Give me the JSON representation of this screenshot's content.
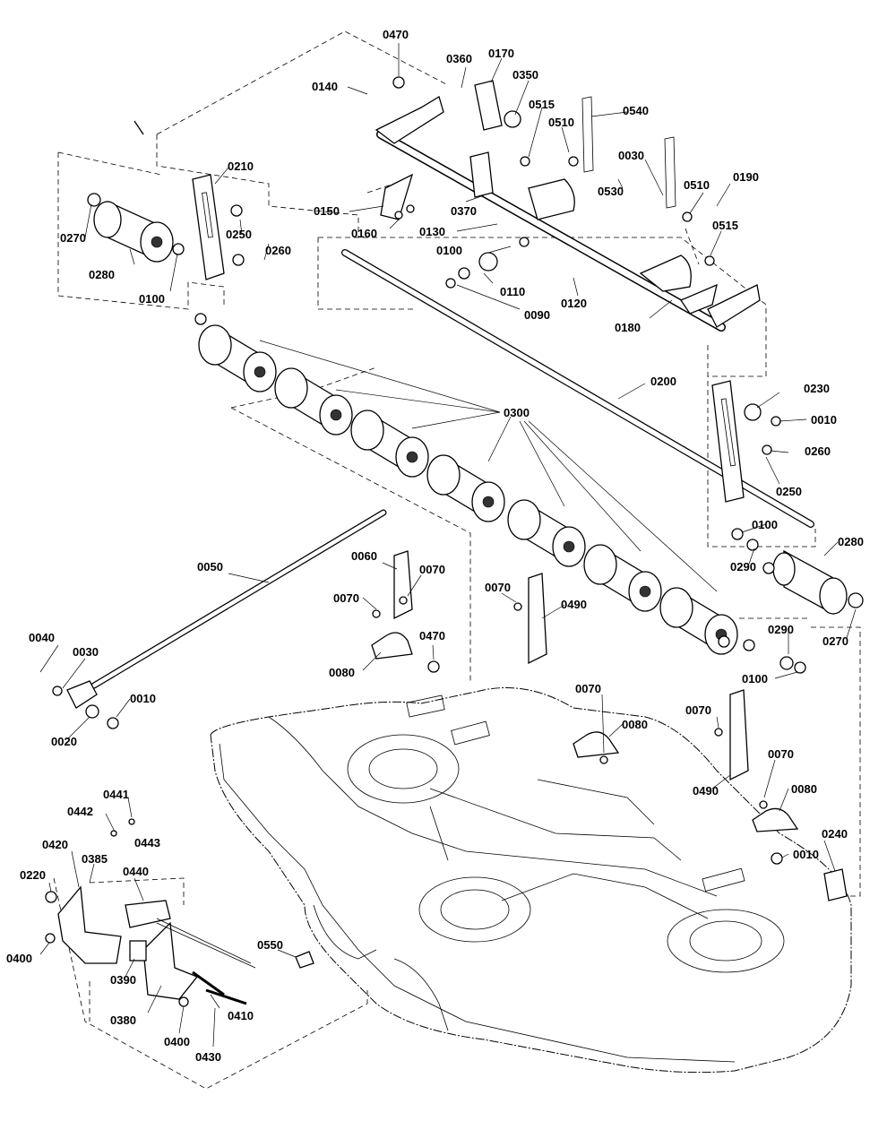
{
  "callouts": {
    "c0470a": "0470",
    "c0360": "0360",
    "c0170": "0170",
    "c0350": "0350",
    "c0140": "0140",
    "c0515a": "0515",
    "c0510a": "0510",
    "c0540": "0540",
    "c0210": "0210",
    "c0030a": "0030",
    "c0190": "0190",
    "c0150": "0150",
    "c0270a": "0270",
    "c0250a": "0250",
    "c0370": "0370",
    "c0530": "0530",
    "c0510b": "0510",
    "c0160": "0160",
    "c0130": "0130",
    "c0260a": "0260",
    "c0515b": "0515",
    "c0280a": "0280",
    "c0100a": "0100",
    "c0100b": "0100",
    "c0110": "0110",
    "c0090": "0090",
    "c0120": "0120",
    "c0180": "0180",
    "c0200": "0200",
    "c0230": "0230",
    "c0300": "0300",
    "c0010a": "0010",
    "c0260b": "0260",
    "c0250b": "0250",
    "c0100c": "0100",
    "c0050": "0050",
    "c0280b": "0280",
    "c0290a": "0290",
    "c0060": "0060",
    "c0070a": "0070",
    "c0070b": "0070",
    "c0070c": "0070",
    "c0490a": "0490",
    "c0270b": "0270",
    "c0040": "0040",
    "c0470b": "0470",
    "c0290b": "0290",
    "c0030b": "0030",
    "c0080a": "0080",
    "c0100d": "0100",
    "c0010b": "0010",
    "c0020": "0020",
    "c0070d": "0070",
    "c0080b": "0080",
    "c0070e": "0070",
    "c0490b": "0490",
    "c0070f": "0070",
    "c0441": "0441",
    "c0080c": "0080",
    "c0442": "0442",
    "c0443": "0443",
    "c0420": "0420",
    "c0385": "0385",
    "c0240": "0240",
    "c0010c": "0010",
    "c0220": "0220",
    "c0440": "0440",
    "c0550": "0550",
    "c0400a": "0400",
    "c0390": "0390",
    "c0380": "0380",
    "c0410": "0410",
    "c0400b": "0400",
    "c0430": "0430"
  }
}
